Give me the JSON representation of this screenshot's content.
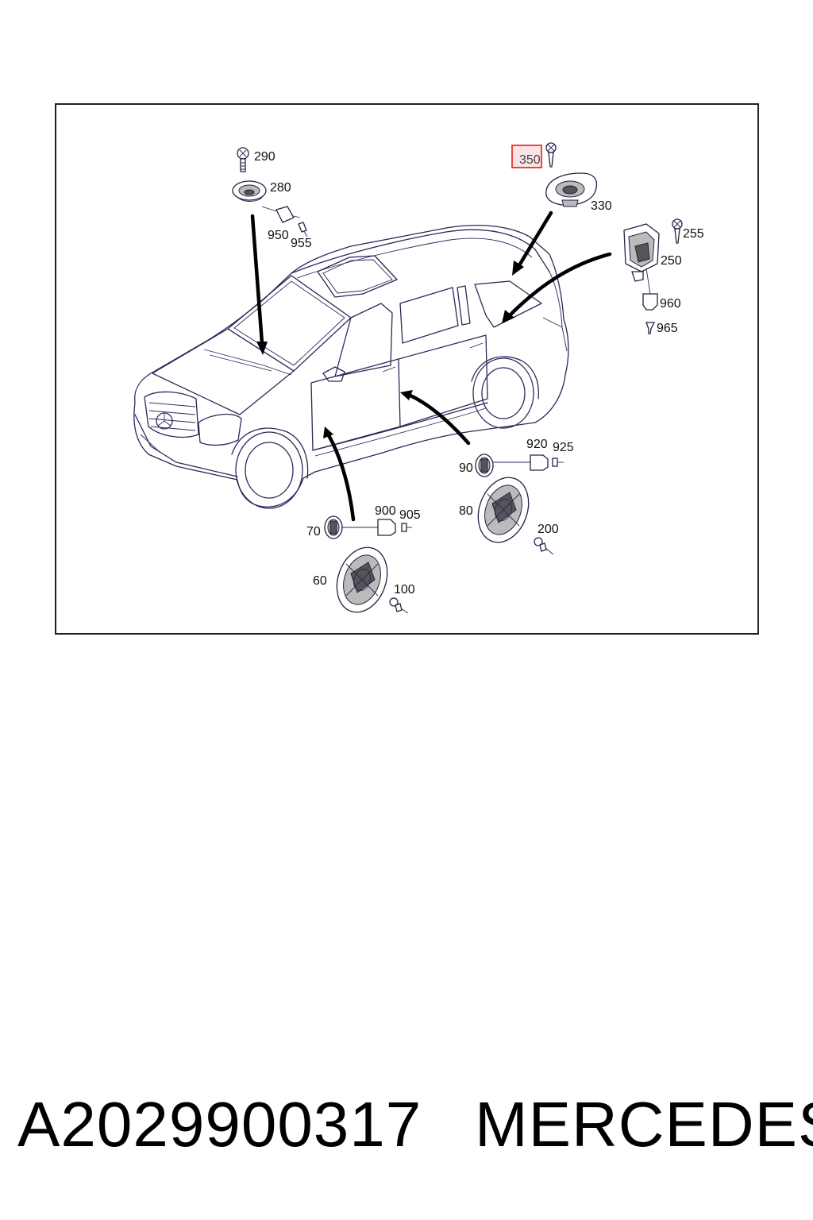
{
  "diagram": {
    "callouts": {
      "c290": "290",
      "c280": "280",
      "c950": "950",
      "c955": "955",
      "c350": "350",
      "c330": "330",
      "c255": "255",
      "c250": "250",
      "c960": "960",
      "c965": "965",
      "c920": "920",
      "c925": "925",
      "c90": "90",
      "c80": "80",
      "c200": "200",
      "c900": "900",
      "c905": "905",
      "c70": "70",
      "c60": "60",
      "c100": "100"
    },
    "highlight_color": "#e8332f",
    "highlight_fill": "#fbe3e6"
  },
  "footer": {
    "part_number": "A2029900317",
    "brand": "MERCEDES"
  }
}
